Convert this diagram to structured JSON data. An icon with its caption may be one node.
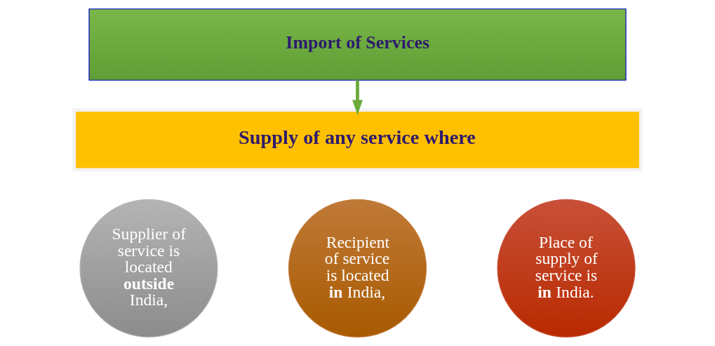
{
  "diagram": {
    "nodes": [
      {
        "text": [
          "Import of Services"
        ]
      },
      {
        "text": [
          "Supply of any service where"
        ]
      },
      {
        "text": [
          "Supplier of service is located **outside** India,"
        ]
      },
      {
        "text": [
          "Recipient of service is located **in** India,"
        ]
      },
      {
        "text": [
          "Place of supply of service is **in** India."
        ]
      }
    ],
    "edges": [
      {
        "from": 0,
        "to": 1,
        "arrow": "to"
      }
    ]
  }
}
